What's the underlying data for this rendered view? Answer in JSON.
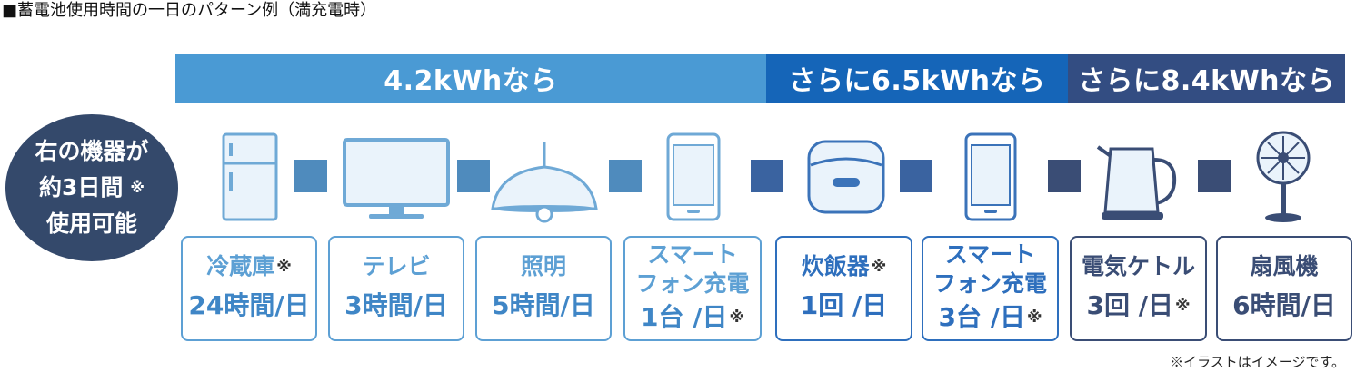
{
  "title": "■蓄電池使用時間の一日のパターン例（満充電時）",
  "bands": [
    {
      "label": "4.2kWhなら",
      "color": "#4a9ad4"
    },
    {
      "label": "さらに6.5kWhなら",
      "color": "#1565b8"
    },
    {
      "label": "さらに8.4kWhなら",
      "color": "#334d82"
    }
  ],
  "circle": {
    "line1": "右の機器が",
    "line2": "約3日間",
    "line2_mark": "※",
    "line3": "使用可能"
  },
  "appliances": [
    {
      "icon": "refrigerator-icon",
      "name": "冷蔵庫",
      "mark": "※",
      "time": "24時間/日"
    },
    {
      "icon": "tv-icon",
      "name": "テレビ",
      "mark": "",
      "time": "3時間/日"
    },
    {
      "icon": "ceiling-lamp-icon",
      "name": "照明",
      "mark": "",
      "time": "5時間/日"
    },
    {
      "icon": "smartphone-icon",
      "name_line1": "スマート",
      "name_line2": "フォン充電",
      "mark": "※",
      "time": "1台 /日"
    },
    {
      "icon": "rice-cooker-icon",
      "name": "炊飯器",
      "mark": "※",
      "time": "1回 /日"
    },
    {
      "icon": "smartphone-icon",
      "name_line1": "スマート",
      "name_line2": "フォン充電",
      "mark": "※",
      "time": "3台 /日"
    },
    {
      "icon": "electric-kettle-icon",
      "name": "電気ケトル",
      "mark": "※",
      "time": "3回 /日"
    },
    {
      "icon": "electric-fan-icon",
      "name": "扇風機",
      "mark": "",
      "time": "6時間/日"
    }
  ],
  "footnote": "※イラストはイメージです。"
}
